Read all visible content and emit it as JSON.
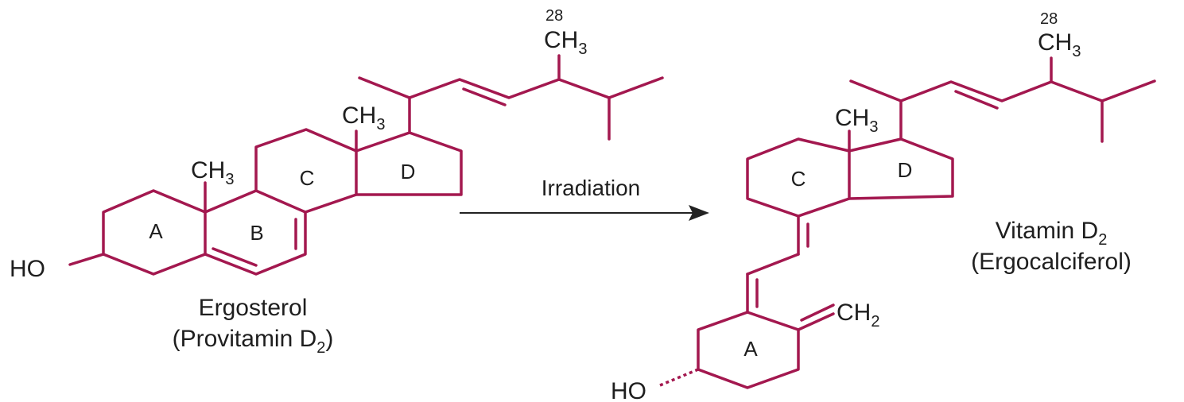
{
  "colors": {
    "bond": "#a3184f",
    "text": "#1e1e1e",
    "arrow": "#222222"
  },
  "reaction": {
    "condition": "Irradiation"
  },
  "ergosterol": {
    "name": "Ergosterol",
    "alt_name_prefix": "(Provitamin D",
    "alt_name_sub": "2",
    "alt_name_suffix": ")",
    "rings": [
      "A",
      "B",
      "C",
      "D"
    ],
    "methyl_c10": {
      "main": "CH",
      "sub": "3"
    },
    "methyl_c13": {
      "main": "CH",
      "sub": "3"
    },
    "methyl_c28": {
      "main": "CH",
      "sub": "3"
    },
    "c28_number": "28",
    "hydroxyl": "HO"
  },
  "vitamin_d2": {
    "name_prefix": "Vitamin D",
    "name_sub": "2",
    "alt_name": "(Ergocalciferol)",
    "rings": [
      "C",
      "D",
      "A"
    ],
    "methyl_c13": {
      "main": "CH",
      "sub": "3"
    },
    "methyl_c28": {
      "main": "CH",
      "sub": "3"
    },
    "c28_number": "28",
    "methylene": {
      "main": "CH",
      "sub": "2"
    },
    "hydroxyl": "HO"
  }
}
